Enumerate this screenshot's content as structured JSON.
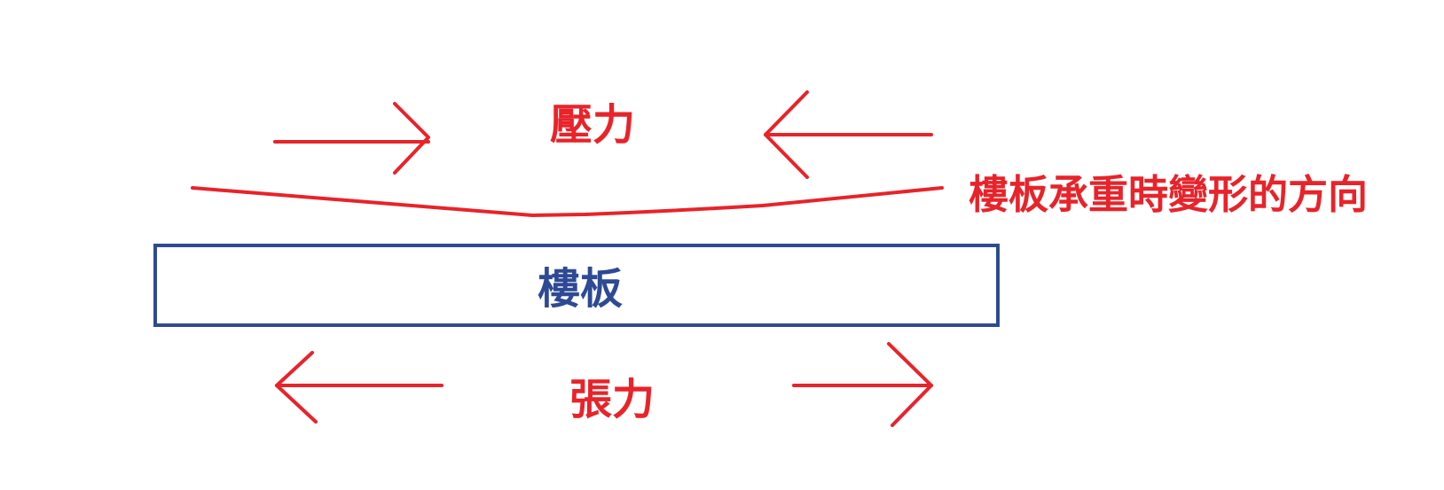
{
  "labels": {
    "compression": "壓力",
    "tension": "張力",
    "slab": "樓板",
    "deformation_note": "樓板承重時變形的方向"
  },
  "colors": {
    "force_red": "#e8232a",
    "slab_blue": "#2e4a94"
  },
  "arrows": [
    {
      "name": "compression-arrow-left",
      "points_to": "right"
    },
    {
      "name": "compression-arrow-right",
      "points_to": "left"
    },
    {
      "name": "tension-arrow-left",
      "points_to": "left"
    },
    {
      "name": "tension-arrow-right",
      "points_to": "right"
    }
  ]
}
